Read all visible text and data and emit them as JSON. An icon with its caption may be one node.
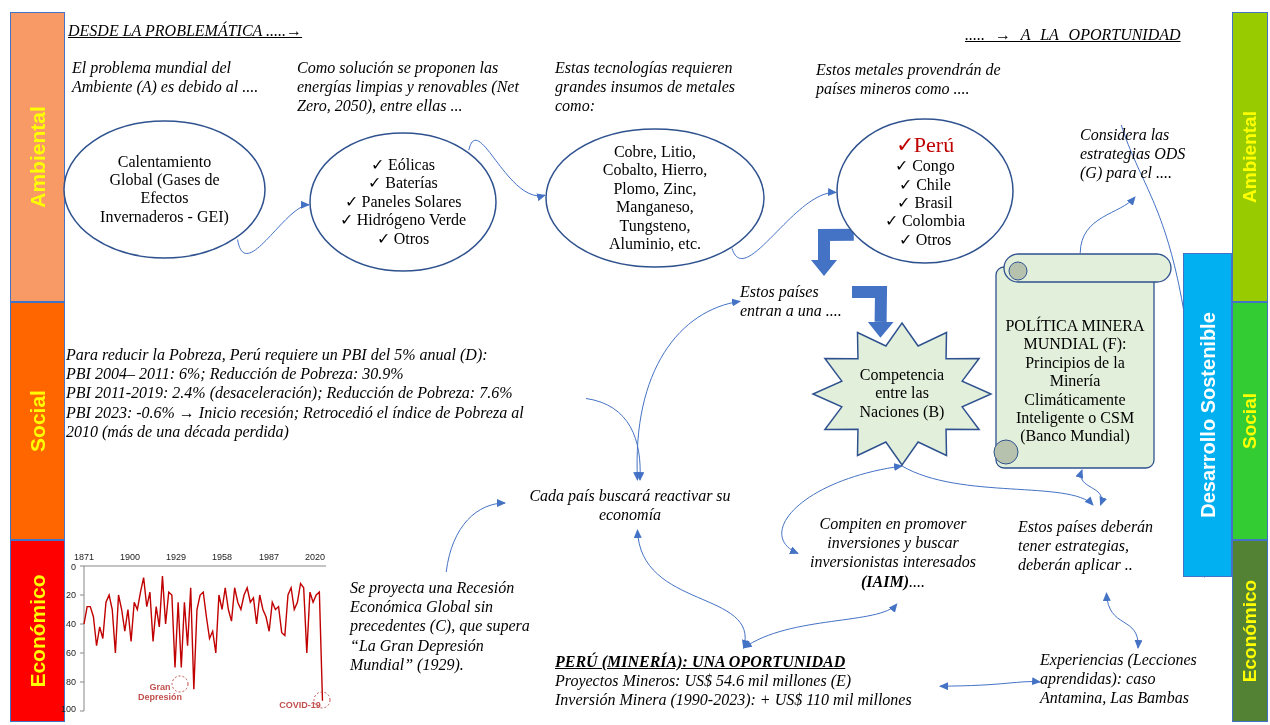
{
  "diagram": {
    "nodes": [
      {
        "text": [
          "Ambiental"
        ]
      },
      {
        "text": [
          "Social"
        ]
      },
      {
        "text": [
          "Económico"
        ]
      },
      {
        "text": [
          "Ambiental"
        ]
      },
      {
        "text": [
          "Social"
        ]
      },
      {
        "text": [
          "Económico"
        ]
      },
      {
        "text": [
          "Desarrollo Sostenible"
        ]
      },
      {
        "text": [
          "Calentamiento Global (Gases de Efectos Invernaderos - GEI)"
        ]
      },
      {
        "text": [
          "✓ Eólicas",
          "✓ Baterías",
          "✓ Paneles Solares",
          "✓ Hidrógeno Verde",
          "✓ Otros"
        ],
        "beside": [
          "Como solución se proponen las energías limpias y renovables (Net Zero, 2050), entre ellas ..."
        ]
      },
      {
        "text": [
          "Cobre, Litio, Cobalto, Hierro, Plomo, Zinc, Manganeso, Tungsteno, Aluminio, etc."
        ],
        "beside": [
          "Estas tecnologías requieren grandes insumos de metales como:"
        ]
      },
      {
        "text": [
          "✓Perú",
          "✓ Congo",
          "✓ Chile",
          "✓ Brasil",
          "✓ Colombia",
          "✓ Otros"
        ],
        "beside": [
          "Estos metales provendrán de países mineros como ...."
        ]
      },
      {
        "text": [
          "Estos países entran a una ...."
        ]
      },
      {
        "text": [
          "Competencia entre las Naciones (B)"
        ]
      },
      {
        "text": [
          "POLÍTICA MINERA MUNDIAL (F): Principios de la Minería Climáticamente Inteligente o CSM (Banco Mundial)"
        ]
      },
      {
        "text": [
          "Considera las estrategias ODS (G) para el ...."
        ]
      },
      {
        "text": [
          "Para reducir la Pobreza, Perú requiere un PBI del 5% anual (D):",
          "PBI 2004– 2011: 6%; Reducción de Pobreza: 30.9%",
          "PBI 2011-2019: 2.4% (desaceleración); Reducción de Pobreza: 7.6%",
          "PBI 2023: -0.6% → Inicio recesión; Retrocedió el índice de Pobreza al 2010 (más de una década perdida)"
        ]
      },
      {
        "text": [
          "Cada país buscará reactivar su economía"
        ]
      },
      {
        "text": [
          "Se proyecta una Recesión Económica Global sin precedentes (C), que supera “La Gran Depresión Mundial” (1929)."
        ]
      },
      {
        "text": [
          "Compiten en promover inversiones y buscar inversionistas interesados **(IAIM)**...."
        ]
      },
      {
        "text": [
          "Estos países deberán tener estrategias, deberán aplicar .."
        ]
      },
      {
        "text": [
          "PERÚ (MINERÍA): UNA OPORTUNIDAD",
          "Proyectos Mineros: US$ 54.6 mil millones (E)",
          "Inversión Minera (1990-2023): + US$ 110 mil millones"
        ]
      },
      {
        "text": [
          "Experiencias (Lecciones aprendidas): caso Antamina, Las Bambas"
        ]
      }
    ],
    "edges": [
      {
        "from": 7,
        "to": 8,
        "arrow": "to"
      },
      {
        "from": 8,
        "to": 9,
        "arrow": "to"
      },
      {
        "from": 9,
        "to": 10,
        "arrow": "to"
      },
      {
        "from": 10,
        "to": 11,
        "arrow": "to",
        "style": "thick"
      },
      {
        "from": 11,
        "to": 12,
        "arrow": "to",
        "style": "thick"
      },
      {
        "from": 13,
        "to": 14,
        "arrow": "to"
      },
      {
        "from": 14,
        "to": 6,
        "arrow": "to"
      },
      {
        "from": 15,
        "to": 16,
        "arrow": "to"
      },
      {
        "from": 16,
        "to": 11,
        "arrow": "both"
      },
      {
        "from": 17,
        "to": 16,
        "arrow": "to"
      },
      {
        "from": 16,
        "to": 20,
        "arrow": "both"
      },
      {
        "from": 20,
        "to": 18,
        "arrow": "both"
      },
      {
        "from": 12,
        "to": 18,
        "arrow": "both"
      },
      {
        "from": 12,
        "to": 19,
        "arrow": "to"
      },
      {
        "from": 13,
        "to": 19,
        "arrow": "both"
      },
      {
        "from": 19,
        "to": 21,
        "arrow": "both"
      },
      {
        "from": 20,
        "to": 21,
        "arrow": "both"
      }
    ],
    "labels": [
      "DESDE LA PROBLEMÁTICA .....→",
      "..... → A LA OPORTUNIDAD",
      "El problema mundial del Ambiente (A) es debido al ....",
      "1871",
      "1900",
      "1929",
      "1958",
      "1987",
      "2020",
      "0",
      "20",
      "40",
      "60",
      "80",
      "100",
      "Gran Depresión",
      "COVID-19"
    ]
  }
}
